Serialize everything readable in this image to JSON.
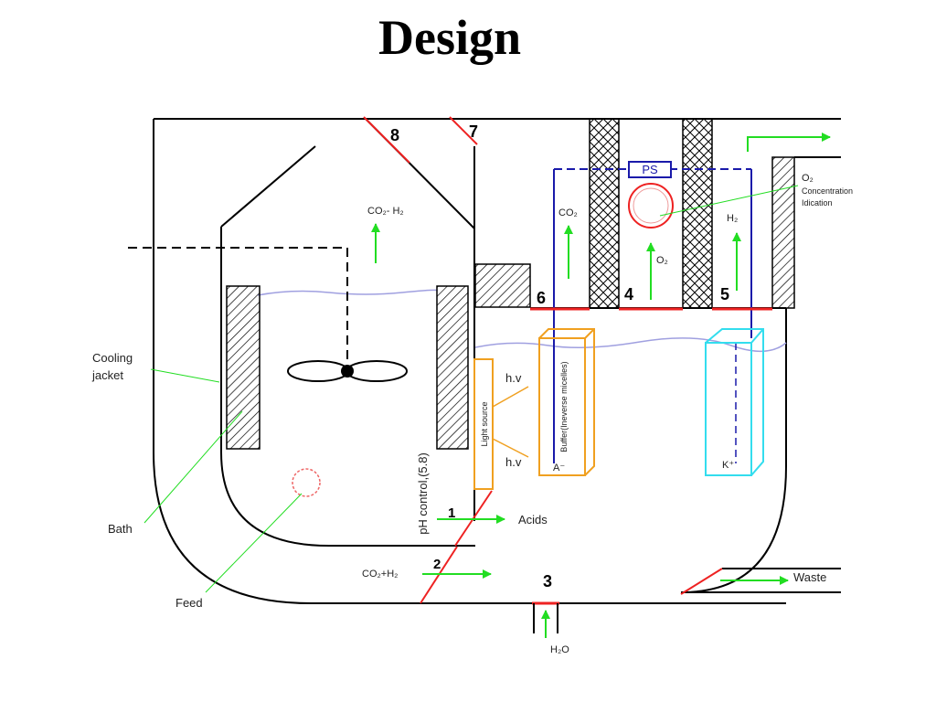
{
  "title": "Design",
  "labels": {
    "cooling_jacket_line1": "Cooling",
    "cooling_jacket_line2": "jacket",
    "bath": "Bath",
    "feed": "Feed",
    "co2_h2_top": "CO₂- H₂",
    "co2_h2_bottom": "CO₂+H₂",
    "co2": "CO₂",
    "o2": "O₂",
    "h2": "H₂",
    "ps": "PS",
    "o2_conc_line1": "O₂",
    "o2_conc_line2": "Concentration",
    "o2_conc_line3": "Idication",
    "hv_top": "h.v",
    "hv_bottom": "h.v",
    "light_source": "Light source",
    "anode_text": "Buffer(Ineverse micelles)",
    "anode_letter": "A⁻",
    "cathode_letter": "K⁺",
    "ph_control": "pH control,(5.8)",
    "acids": "Acids",
    "waste": "Waste",
    "h2o": "H₂O"
  },
  "numbers": {
    "n1": "1",
    "n2": "2",
    "n3": "3",
    "n4": "4",
    "n5": "5",
    "n6": "6",
    "n7": "7",
    "n8": "8"
  },
  "colors": {
    "arrow": "#22dd22",
    "valve": "#ee2222",
    "membrane_box": "#1a1aaa",
    "anode": "#f0a020",
    "cathode": "#33ddee",
    "liquid": "#a0a0e0",
    "feed": "#ee6666"
  }
}
